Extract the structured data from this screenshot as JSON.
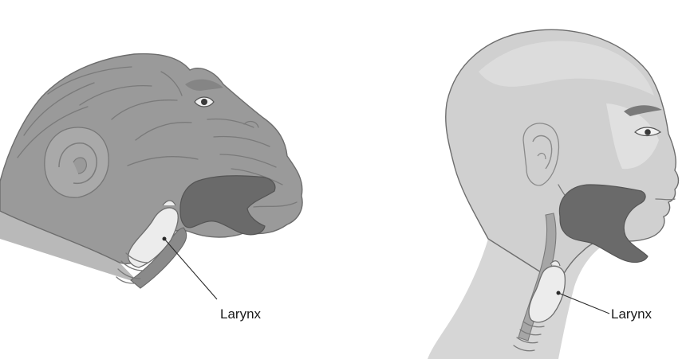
{
  "panels": [
    {
      "id": "chimpanzee",
      "label": "Larynx"
    },
    {
      "id": "human",
      "label": "Larynx"
    }
  ],
  "colors": {
    "chimp_skin": "#9a9a9a",
    "chimp_fur_lines": "#7b7b7b",
    "human_skin": "#d2d2d2",
    "human_highlight": "#dedede",
    "oral_cavity": "#6a6a6a",
    "airway": "#8b8b8b",
    "larynx_cartilage": "#ececec",
    "outline": "#6d6d6d"
  }
}
